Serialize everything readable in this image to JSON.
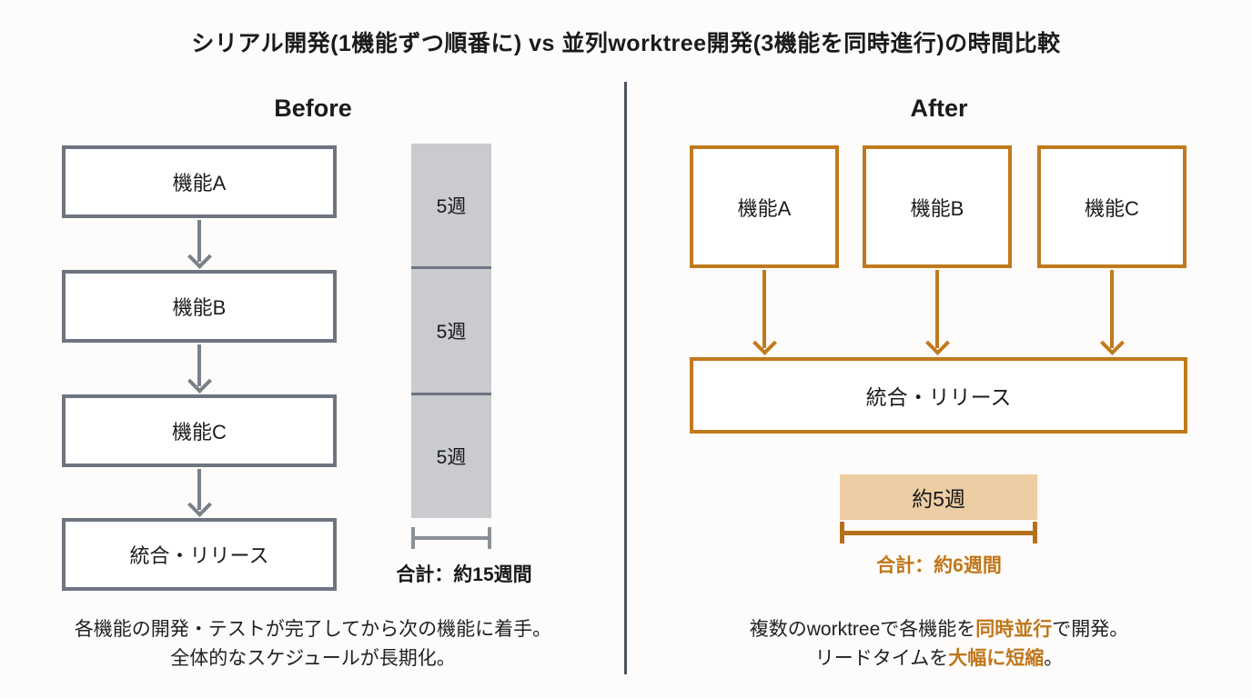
{
  "title": "シリアル開発(1機能ずつ順番に) vs 並列worktree開発(3機能を同時進行)の時間比較",
  "before": {
    "heading": "Before",
    "flow_boxes": [
      "機能A",
      "機能B",
      "機能C",
      "統合・リリース"
    ],
    "timeline_segments": [
      "5週",
      "5週",
      "5週"
    ],
    "total_label": "合計：約15週間",
    "description": {
      "line1": "各機能の開発・テストが完了してから次の機能に着手。",
      "line2": "全体的なスケジュールが長期化。"
    }
  },
  "after": {
    "heading": "After",
    "feature_boxes": [
      "機能A",
      "機能B",
      "機能C"
    ],
    "integration_box": "統合・リリース",
    "duration_label": "約5週",
    "total_label": "合計：約6週間",
    "description": {
      "line1_pre": "複数のworktreeで各機能を",
      "line1_highlight": "同時並行",
      "line1_post": "で開発。",
      "line2_pre": "リードタイムを",
      "line2_highlight": "大幅に短縮",
      "line2_post": "。"
    }
  },
  "colors": {
    "background": "#fdfcfa",
    "text_dark": "#1a1b1e",
    "divider": "#4d525c",
    "gray_border": "#6e7480",
    "gray_arrow": "#7a8089",
    "gray_bar_fill": "#c9cbce",
    "gray_bracket": "#8b9097",
    "orange_border": "#c07a1d",
    "orange_bracket": "#b5701c",
    "orange_text": "#c0761a",
    "tan_bar_fill": "#edcda3"
  }
}
